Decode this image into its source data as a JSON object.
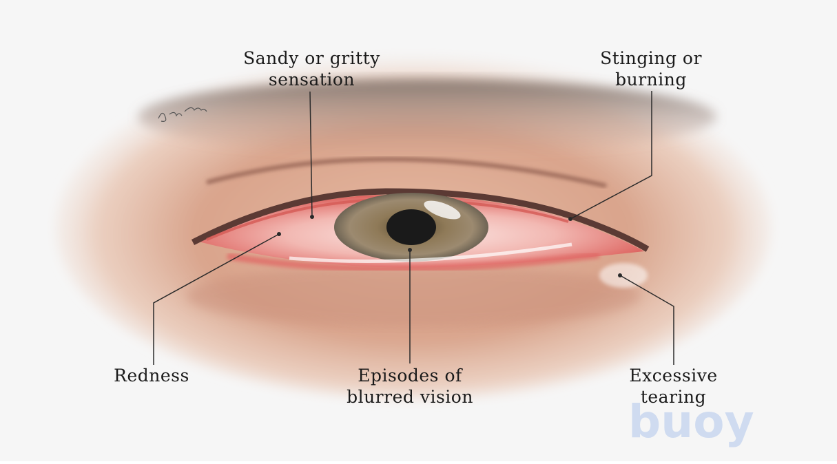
{
  "labels": {
    "sandy": {
      "line1": "Sandy or gritty",
      "line2": "sensation"
    },
    "stinging": {
      "line1": "Stinging or",
      "line2": "burning"
    },
    "redness": {
      "line1": "Redness"
    },
    "blurred": {
      "line1": "Episodes of",
      "line2": "blurred vision"
    },
    "tearing": {
      "line1": "Excessive",
      "line2": "tearing"
    }
  },
  "artist_signature": "Jaan Blom",
  "watermark": "buoy",
  "colors": {
    "background": "#f6f6f6",
    "skin": "#d9a990",
    "sclera_red": "#e88a8a",
    "iris": "#8a7560",
    "leader_line": "#2a2a2a",
    "watermark": "#c9d7ef"
  }
}
